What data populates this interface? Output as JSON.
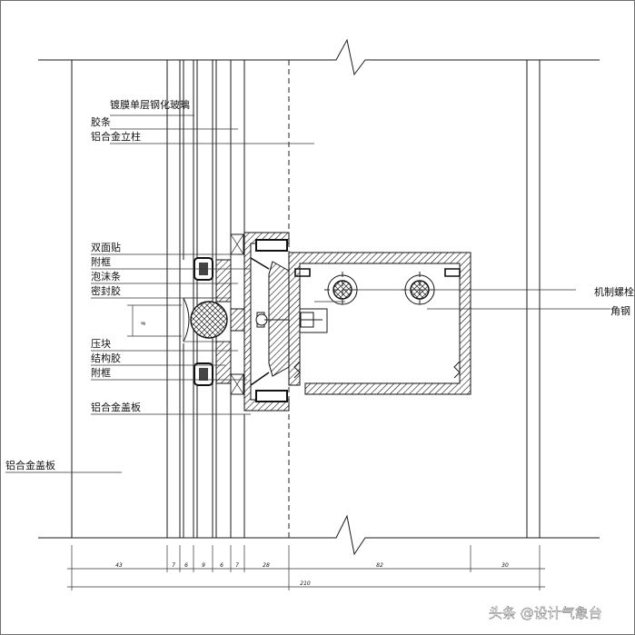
{
  "labels": {
    "glass": "镀膜单层钢化玻璃",
    "gasket": "胶条",
    "mullion": "铝合金立柱",
    "double_tape": "双面贴",
    "sub_frame_top": "附框",
    "foam_rod": "泡沫条",
    "sealant": "密封胶",
    "pressure_block": "压块",
    "structural_sealant": "结构胶",
    "sub_frame_bottom": "附框",
    "cover_plate": "铝合金盖板",
    "panel": "铝合金盖板",
    "bolt": "机制螺栓",
    "angle": "角钢"
  },
  "dimensions": {
    "joint_width": "8",
    "segments": [
      "43",
      "7",
      "6",
      "9",
      "6",
      "7",
      "28",
      "82",
      "30"
    ],
    "overall": "210"
  },
  "watermark": "头条 @设计气象台"
}
